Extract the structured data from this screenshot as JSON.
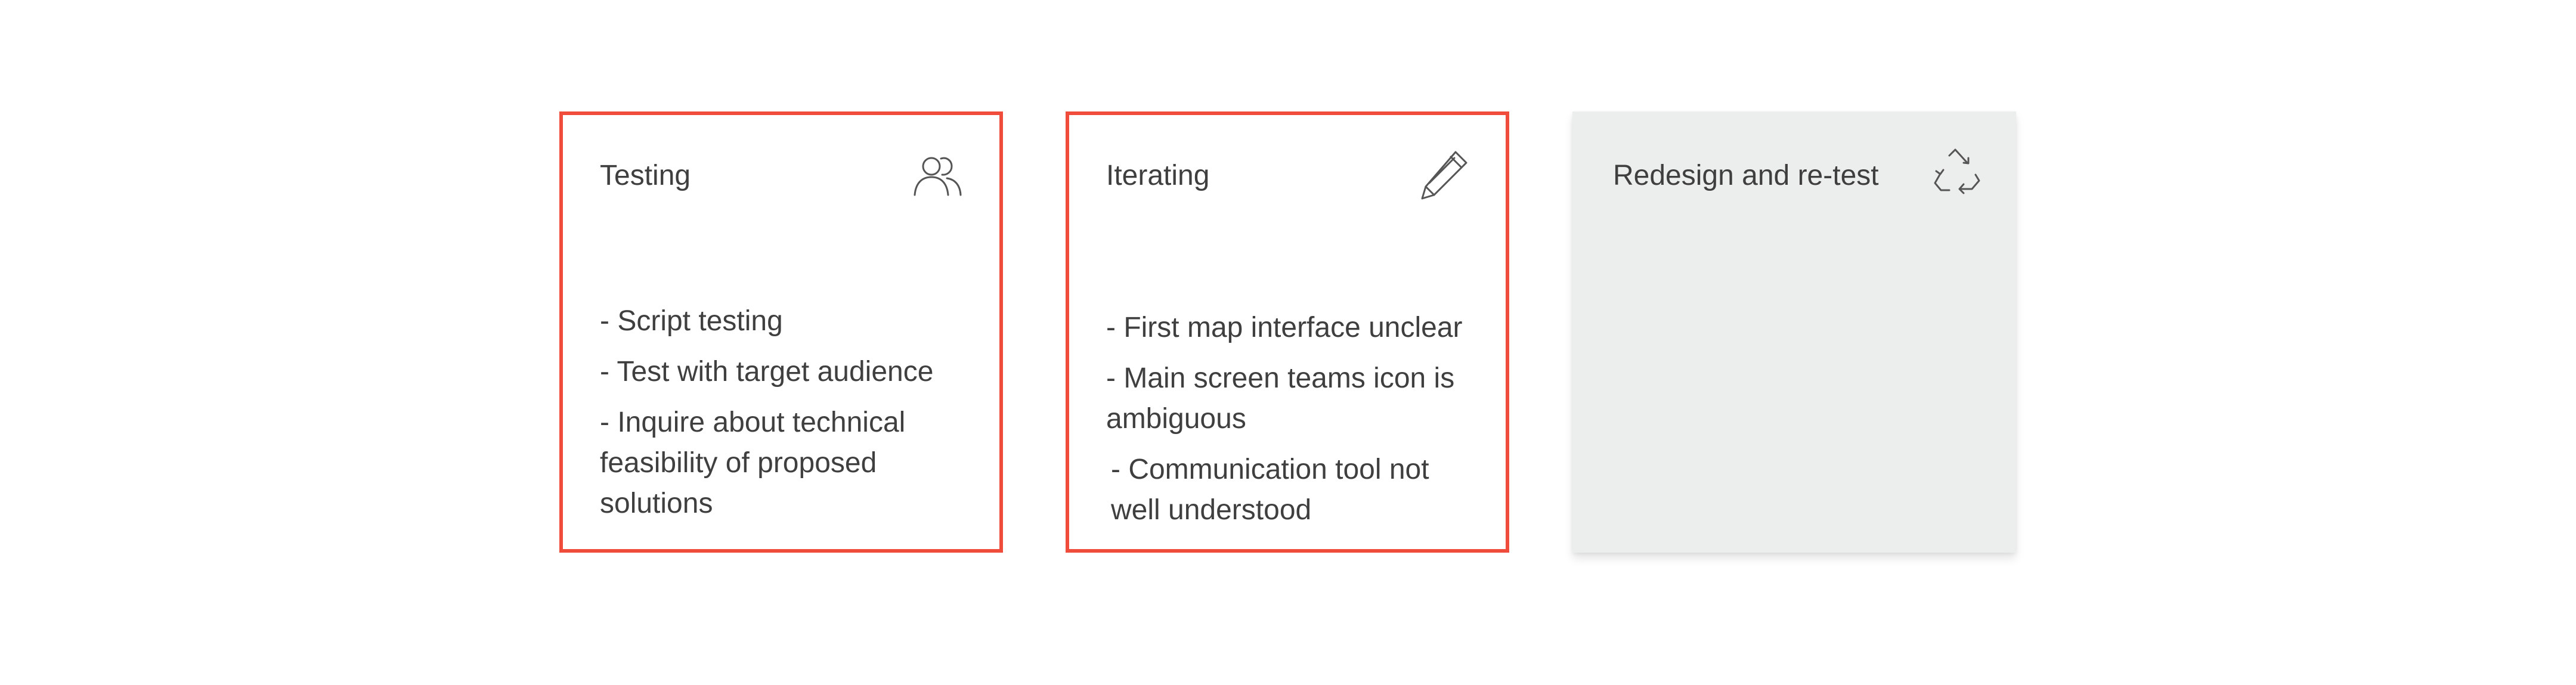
{
  "cards": [
    {
      "title": "Testing",
      "icon": "users-icon",
      "items": [
        "- Script testing",
        "- Test with target audience",
        "- Inquire about technical feasibility of proposed solutions"
      ]
    },
    {
      "title": "Iterating",
      "icon": "pencil-icon",
      "items": [
        "- First map interface unclear",
        "- Main screen teams icon is ambiguous",
        "- Communication tool not well understood"
      ]
    },
    {
      "title": "Redesign and re-test",
      "icon": "recycle-icon",
      "items": []
    }
  ],
  "colors": {
    "accent_border": "#ef4c3c",
    "card_gray": "#eceeed",
    "text": "#3f3f3f"
  }
}
